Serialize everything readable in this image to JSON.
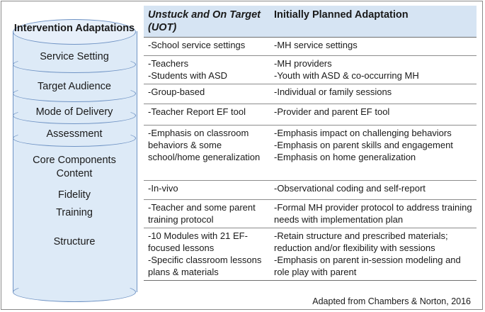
{
  "cylinder": {
    "title": "Intervention Adaptations",
    "layers": [
      "Service Setting",
      "Target Audience",
      "Mode of Delivery",
      "Assessment",
      "Core Components Content",
      "Fidelity",
      "Training",
      "Structure"
    ]
  },
  "table": {
    "headers": [
      "Unstuck and On Target (UOT)",
      "Initially Planned Adaptation"
    ],
    "rows": [
      {
        "uot": [
          "-School service settings"
        ],
        "adapt": [
          "-MH service settings"
        ]
      },
      {
        "uot": [
          "-Teachers",
          "-Students with ASD"
        ],
        "adapt": [
          "-MH providers",
          "-Youth with ASD & co-occurring MH"
        ]
      },
      {
        "uot": [
          "-Group-based"
        ],
        "adapt": [
          "-Individual or family sessions"
        ]
      },
      {
        "uot": [
          "-Teacher Report EF tool"
        ],
        "adapt": [
          "-Provider and parent EF tool"
        ]
      },
      {
        "uot": [
          "-Emphasis on classroom behaviors & some school/home generalization"
        ],
        "adapt": [
          "-Emphasis impact on challenging behaviors",
          "-Emphasis on parent skills and engagement",
          "-Emphasis on home generalization"
        ]
      },
      {
        "uot": [
          "-In-vivo"
        ],
        "adapt": [
          "-Observational coding and self-report"
        ]
      },
      {
        "uot": [
          "-Teacher and some parent training protocol"
        ],
        "adapt": [
          "-Formal MH provider protocol to address training needs with implementation plan"
        ]
      },
      {
        "uot": [
          "-10 Modules with 21 EF-focused lessons",
          "-Specific classroom lessons plans & materials"
        ],
        "adapt": [
          "-Retain structure and prescribed materials; reduction and/or flexibility with sessions",
          "-Emphasis on parent in-session modeling and role play with parent"
        ]
      }
    ]
  },
  "credit": "Adapted from Chambers & Norton, 2016",
  "colors": {
    "cylinder_fill": "#ddeaf7",
    "cylinder_stroke": "#6f93c4",
    "header_fill": "#d6e4f3"
  }
}
